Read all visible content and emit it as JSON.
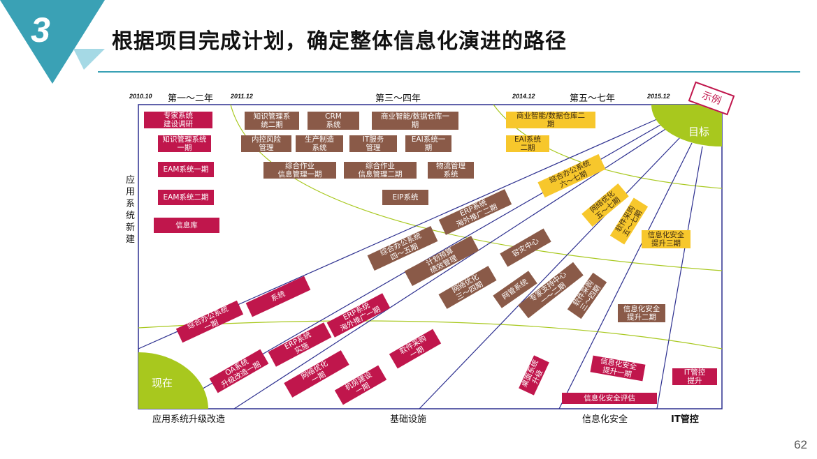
{
  "slide": {
    "number_badge": "3",
    "title": "根据项目完成计划，确定整体信息化演进的路径",
    "page_number": "62"
  },
  "timeline": {
    "dates": [
      "2010.10",
      "2011.12",
      "2014.12",
      "2015.12"
    ],
    "phases": [
      "第一～二年",
      "第三～四年",
      "第五～七年"
    ]
  },
  "axis_labels": {
    "vertical": "应用系统新建",
    "bottom": [
      "应用系统升级改造",
      "基础设施",
      "信息化安全",
      "IT管控"
    ]
  },
  "now_label": "现在",
  "goal_label": "目标",
  "example_stamp": "示例",
  "colors": {
    "brown": "#8a5a48",
    "red": "#c0164c",
    "yellow": "#f7c72c",
    "lime": "#a8c81e",
    "teal": "#3aa1b5",
    "navy": "#2c2f8f"
  },
  "boxes": [
    {
      "text": "专家系统\n建设调研",
      "color": "red"
    },
    {
      "text": "知识管理系统\n一期",
      "color": "red"
    },
    {
      "text": "EAM系统一期",
      "color": "red"
    },
    {
      "text": "EAM系统二期",
      "color": "red"
    },
    {
      "text": "信息库",
      "color": "red"
    },
    {
      "text": "知识管理系\n统二期",
      "color": "brown"
    },
    {
      "text": "CRM\n系统",
      "color": "brown"
    },
    {
      "text": "商业智能/数据仓库一\n期",
      "color": "brown"
    },
    {
      "text": "内控风险\n管理",
      "color": "brown"
    },
    {
      "text": "生产制造\n系统",
      "color": "brown"
    },
    {
      "text": "IT服务\n管理",
      "color": "brown"
    },
    {
      "text": "EAI系统一\n期",
      "color": "brown"
    },
    {
      "text": "综合作业\n信息管理一期",
      "color": "brown"
    },
    {
      "text": "综合作业\n信息管理二期",
      "color": "brown"
    },
    {
      "text": "物流管理\n系统",
      "color": "brown"
    },
    {
      "text": "EIP系统",
      "color": "brown"
    },
    {
      "text": "商业智能/数据仓库二\n期",
      "color": "yellow"
    },
    {
      "text": "EAI系统\n二期",
      "color": "yellow"
    },
    {
      "text": "综合办公系统\n六～七期",
      "color": "yellow"
    },
    {
      "text": "网络优化\n五～七期",
      "color": "yellow"
    },
    {
      "text": "软件采购\n五～七期",
      "color": "yellow"
    },
    {
      "text": "信息化安全\n提升三期",
      "color": "yellow"
    },
    {
      "text": "ERP系统\n海外推广二期",
      "color": "brown"
    },
    {
      "text": "综合办公系统\n四～五期",
      "color": "brown"
    },
    {
      "text": "计划预算\n绩效管理",
      "color": "brown"
    },
    {
      "text": "容灾中心",
      "color": "brown"
    },
    {
      "text": "网络优化\n三～四期",
      "color": "brown"
    },
    {
      "text": "网管系统",
      "color": "brown"
    },
    {
      "text": "专家支持中心\n一～二期",
      "color": "brown"
    },
    {
      "text": "软件采购\n三～四期",
      "color": "brown"
    },
    {
      "text": "信息化安全\n提升二期",
      "color": "brown"
    },
    {
      "text": "综合办公系统\n一期",
      "color": "red"
    },
    {
      "text": "系统",
      "color": "red"
    },
    {
      "text": "ERP系统\n海外推广一期",
      "color": "red"
    },
    {
      "text": "ERP系统\n实施",
      "color": "red"
    },
    {
      "text": "OA系统\n升级改造一期",
      "color": "red"
    },
    {
      "text": "网络优化\n一期",
      "color": "red"
    },
    {
      "text": "机房建设\n一期",
      "color": "red"
    },
    {
      "text": "软件采购\n一期",
      "color": "red"
    },
    {
      "text": "桌面系统\n升级",
      "color": "red"
    },
    {
      "text": "信息化安全\n提升一期",
      "color": "red"
    },
    {
      "text": "信息化安全评估",
      "color": "red"
    },
    {
      "text": "IT管控\n提升",
      "color": "red"
    }
  ]
}
